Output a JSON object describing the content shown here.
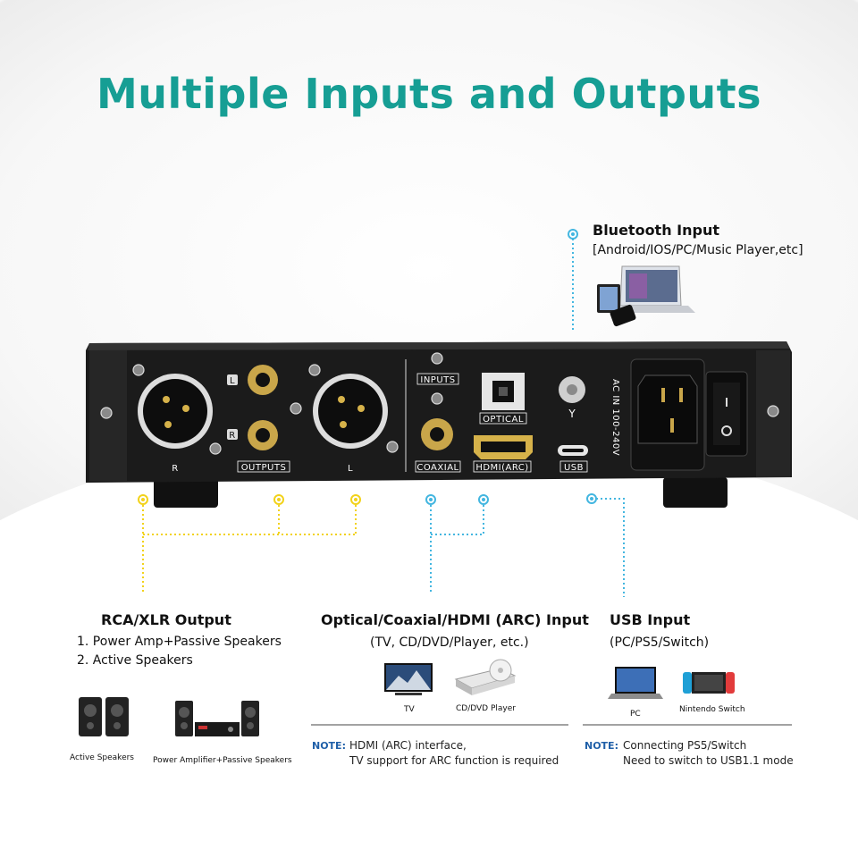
{
  "title": "Multiple Inputs and Outputs",
  "bluetooth": {
    "heading": "Bluetooth Input",
    "sub": "[Android/IOS/PC/Music Player,etc]"
  },
  "device_labels": {
    "inputs": "INPUTS",
    "optical": "OPTICAL",
    "coaxial": "COAXIAL",
    "hdmi": "HDMI(ARC)",
    "usb": "USB",
    "outputs": "OUTPUTS",
    "left": "L",
    "right": "R",
    "ac": "AC IN 100-240V"
  },
  "rca_xlr": {
    "heading": "RCA/XLR Output",
    "items": [
      "1. Power Amp+Passive Speakers",
      "2. Active Speakers"
    ],
    "captions": [
      "Active Speakers",
      "Power Amplifier+Passive Speakers"
    ]
  },
  "optical_coax": {
    "heading": "Optical/Coaxial/HDMI (ARC) Input",
    "sub": "(TV, CD/DVD/Player, etc.)",
    "captions": [
      "TV",
      "CD/DVD Player"
    ],
    "note_label": "NOTE:",
    "note_lines": [
      "HDMI (ARC) interface,",
      "TV support for ARC function is required"
    ]
  },
  "usb": {
    "heading": "USB Input",
    "sub": "(PC/PS5/Switch)",
    "captions": [
      "PC",
      "Nintendo Switch"
    ],
    "note_label": "NOTE:",
    "note_lines": [
      "Connecting PS5/Switch",
      "Need to switch to USB1.1 mode"
    ]
  },
  "colors": {
    "title": "#169e94",
    "yellow": "#f2d21a",
    "blue": "#43b6e0",
    "note": "#1f5fa8",
    "chassis": "#1c1c1c"
  }
}
